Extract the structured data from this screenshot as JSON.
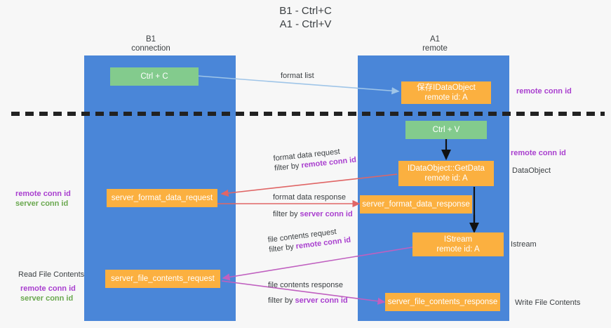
{
  "title": {
    "line1": "B1 - Ctrl+C",
    "line2": "A1 - Ctrl+V"
  },
  "colors": {
    "lane": "#4a86d8",
    "node_green": "#83cb8d",
    "node_orange": "#fbb040",
    "remote_conn_id": "#a93fcf",
    "server_conn_id": "#6aa84f",
    "divider": "#222222",
    "arrow_format_list": "#9fc5e8",
    "arrow_format_data": "#e06666",
    "arrow_file_contents": "#c060c0",
    "arrow_black": "#111111"
  },
  "columns": [
    {
      "id": "b1",
      "line1": "B1",
      "line2": "connection"
    },
    {
      "id": "a1",
      "line1": "A1",
      "line2": "remote"
    }
  ],
  "nodes": {
    "ctrl_c": {
      "label": "Ctrl + C"
    },
    "ctrl_v": {
      "label": "Ctrl + V"
    },
    "dataobject": {
      "line1": "保存IDataObject",
      "line2": "remote id: A"
    },
    "getdata": {
      "line1": "IDataObject::GetData",
      "line2": "remote id: A"
    },
    "istream": {
      "line1": "IStream",
      "line2": "remote id: A"
    },
    "fmt_req": {
      "label": "server_format_data_request"
    },
    "fmt_res": {
      "label": "server_format_data_response"
    },
    "file_req": {
      "label": "server_file_contents_request"
    },
    "file_res": {
      "label": "server_file_contents_response"
    }
  },
  "edges": {
    "format_list": {
      "line1": "format list"
    },
    "format_data_request": {
      "line1": "format data request",
      "filter_prefix": "filter by ",
      "filter_key": "remote conn id"
    },
    "format_data_response": {
      "line1": "format data response",
      "filter_prefix": "filter by ",
      "filter_key": "server conn id"
    },
    "file_contents_request": {
      "line1": "file contents request",
      "filter_prefix": "filter by ",
      "filter_key": "remote conn id"
    },
    "file_contents_response": {
      "line1": "file contents response",
      "filter_prefix": "filter by ",
      "filter_key": "server conn id"
    }
  },
  "annotations": {
    "right_top": {
      "text": "remote conn id"
    },
    "right_getdata": {
      "text": "remote conn id"
    },
    "right_dataobject_label": {
      "text": "DataObject"
    },
    "right_istream_label": {
      "text": "Istream"
    },
    "right_write_label": {
      "text": "Write File Contents"
    },
    "left_mid": {
      "remote": "remote conn id",
      "server": "server conn id"
    },
    "left_read": {
      "title": "Read File Contents",
      "remote": "remote conn id",
      "server": "server conn id"
    }
  }
}
